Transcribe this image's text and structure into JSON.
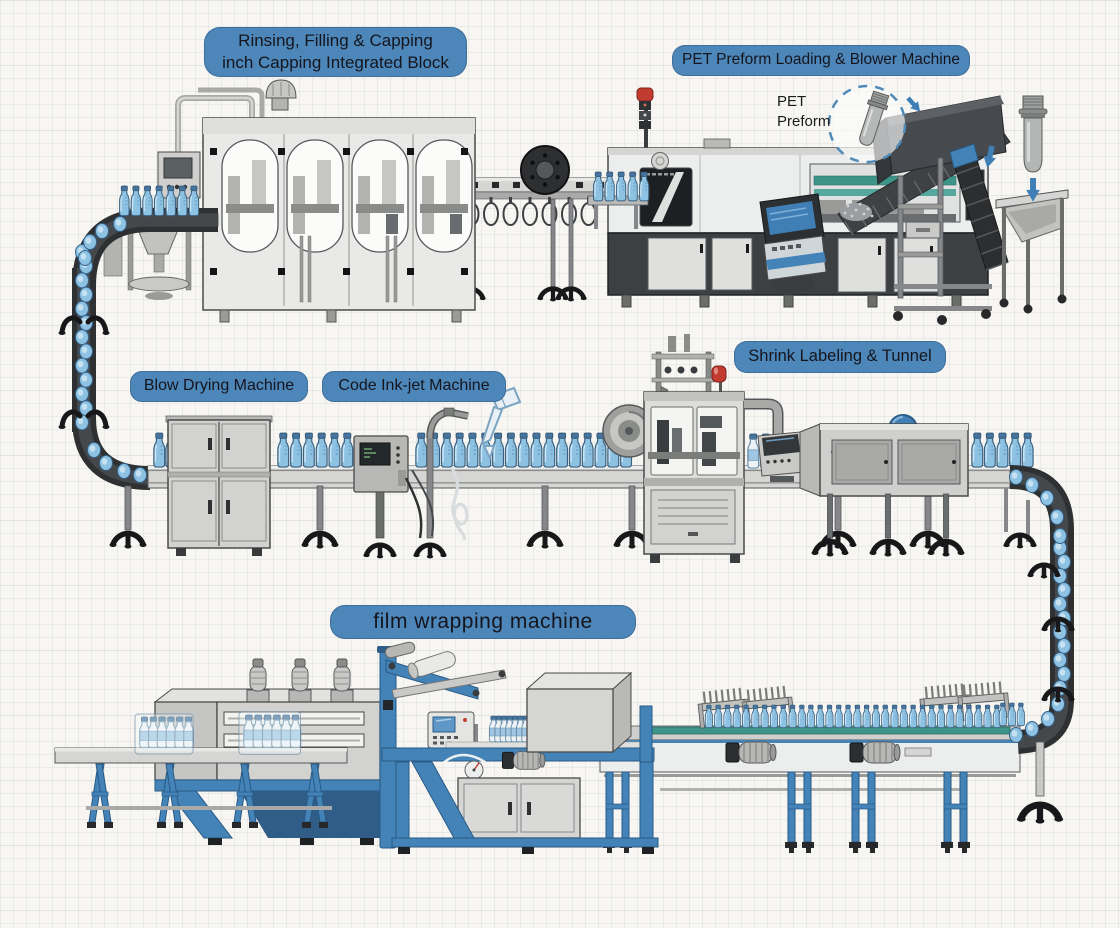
{
  "diagram": {
    "labels": {
      "filling_block": {
        "line1": "Rinsing, Filling & Capping",
        "line2": "inch Capping Integrated Block"
      },
      "blower": "PET Preform Loading & Blower Machine",
      "blow_drying": "Blow Drying Machine",
      "inkjet": "Code Ink-jet Machine",
      "shrink_labeling": "Shrink Labeling & Tunnel",
      "film_wrapping": "film wrapping machine",
      "preform_callout": {
        "line1": "PET",
        "line2": "Preform"
      }
    },
    "colors": {
      "label_bg": "#4d86b9",
      "label_text": "#15151d",
      "machine_blue": "#4383b8",
      "bottle_blue": "#8ec2e2",
      "belt_teal": "#3f948a",
      "beacon_red": "#c23b30",
      "machine_light": "#eceded",
      "machine_dark": "#3c4043",
      "arrow_blue": "#3f7fb5"
    }
  }
}
